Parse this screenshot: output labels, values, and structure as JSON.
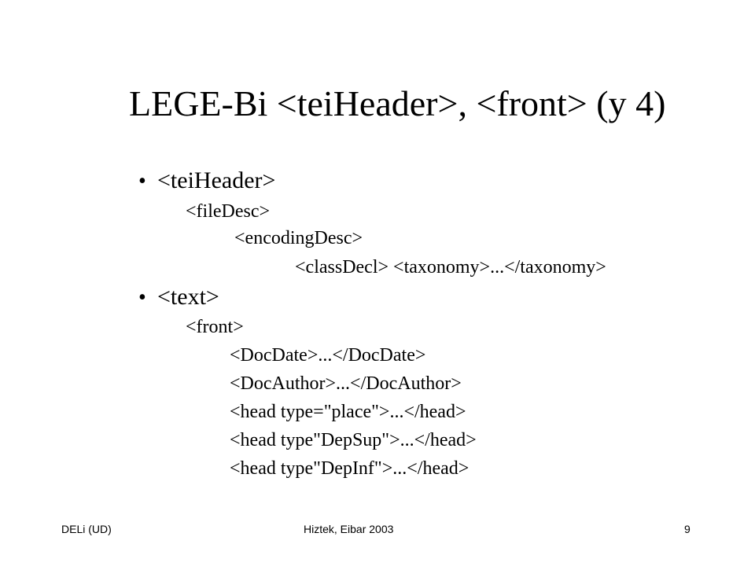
{
  "slide": {
    "title": "LEGE-Bi <teiHeader>, <front> (y 4)",
    "bullet_glyph": "•",
    "bullet1": {
      "label": "<teiHeader>",
      "lines": [
        "<fileDesc>",
        "<encodingDesc>",
        "<classDecl> <taxonomy>...</taxonomy>"
      ]
    },
    "bullet2": {
      "label": "<text>",
      "lines": [
        "<front>",
        "<DocDate>...</DocDate>",
        "<DocAuthor>...</DocAuthor>",
        "<head type=\"place\">...</head>",
        "<head type\"DepSup\">...</head>",
        "<head type\"DepInf\">...</head>"
      ]
    }
  },
  "footer": {
    "left": "DELi (UD)",
    "center": "Hiztek, Eibar 2003",
    "page_number": "9"
  }
}
